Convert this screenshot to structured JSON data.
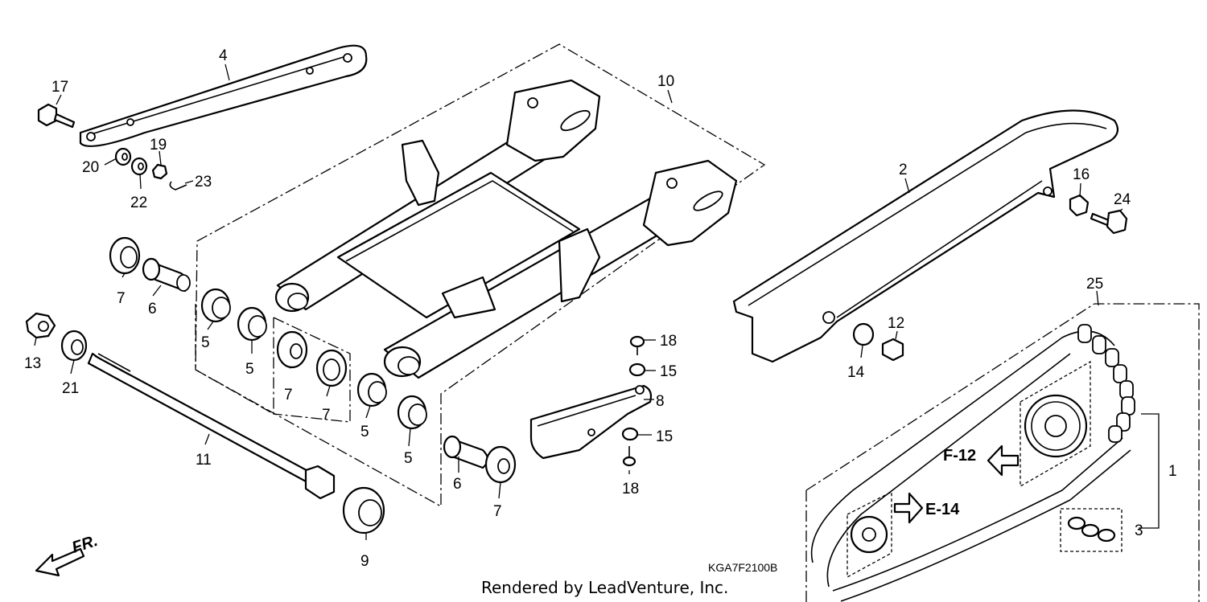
{
  "part_numbers": [
    "1",
    "2",
    "3",
    "4",
    "5",
    "5",
    "5",
    "5",
    "6",
    "6",
    "7",
    "7",
    "7",
    "7",
    "8",
    "9",
    "10",
    "11",
    "12",
    "13",
    "14",
    "15",
    "15",
    "16",
    "17",
    "18",
    "18",
    "19",
    "20",
    "21",
    "22",
    "23",
    "24",
    "25"
  ],
  "labels": {
    "p1": "1",
    "p2": "2",
    "p3": "3",
    "p4": "4",
    "p5a": "5",
    "p5b": "5",
    "p5c": "5",
    "p5d": "5",
    "p6a": "6",
    "p6b": "6",
    "p7a": "7",
    "p7b": "7",
    "p7c": "7",
    "p7d": "7",
    "p8": "8",
    "p9": "9",
    "p10": "10",
    "p11": "11",
    "p12": "12",
    "p13": "13",
    "p14": "14",
    "p15a": "15",
    "p15b": "15",
    "p16": "16",
    "p17": "17",
    "p18a": "18",
    "p18b": "18",
    "p19": "19",
    "p20": "20",
    "p21": "21",
    "p22": "22",
    "p23": "23",
    "p24": "24",
    "p25": "25"
  },
  "references": {
    "f12": "F-12",
    "e14": "E-14"
  },
  "direction_label": "FR.",
  "diagram_code": "KGA7F2100B",
  "credit": "Rendered by LeadVenture, Inc."
}
